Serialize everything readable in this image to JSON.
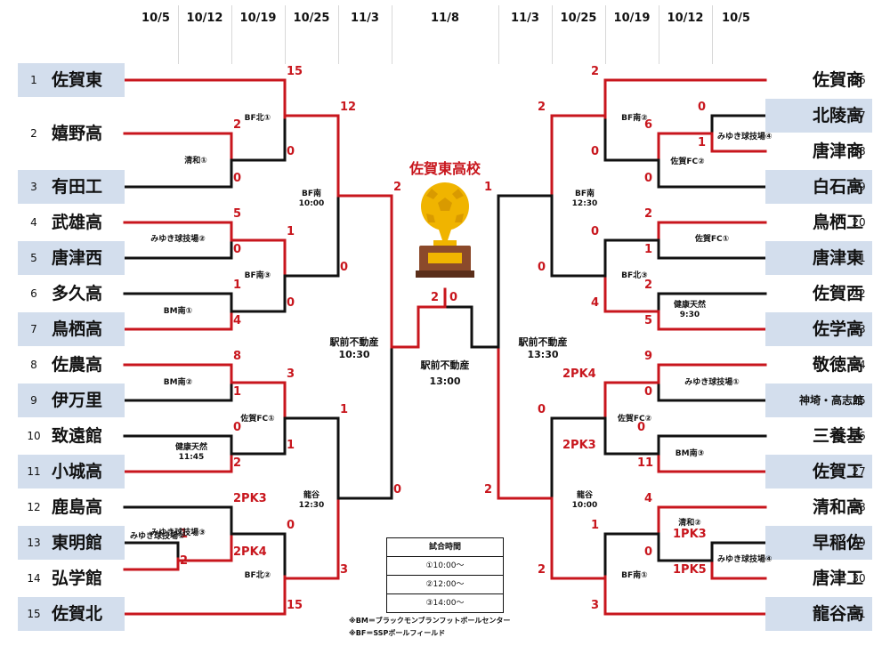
{
  "dates_left": [
    "10/5",
    "10/12",
    "10/19",
    "10/25",
    "11/3"
  ],
  "date_final": "11/8",
  "dates_right": [
    "11/3",
    "10/25",
    "10/19",
    "10/12",
    "10/5"
  ],
  "champion_label": "佐賀東高校",
  "colors": {
    "winner": "#c8161d",
    "loser": "#111111",
    "highlight": "#d3deed",
    "trophy_gold": "#f0b400",
    "trophy_base": "#8b4a2b"
  },
  "left_teams": [
    {
      "seed": "1",
      "name": "佐賀東",
      "hl": true
    },
    {
      "seed": "2",
      "name": "嬉野高",
      "hl": false
    },
    {
      "seed": "3",
      "name": "有田工",
      "hl": true
    },
    {
      "seed": "4",
      "name": "武雄高",
      "hl": false
    },
    {
      "seed": "5",
      "name": "唐津西",
      "hl": true
    },
    {
      "seed": "6",
      "name": "多久高",
      "hl": false
    },
    {
      "seed": "7",
      "name": "鳥栖高",
      "hl": true
    },
    {
      "seed": "8",
      "name": "佐農高",
      "hl": false
    },
    {
      "seed": "9",
      "name": "伊万里",
      "hl": true
    },
    {
      "seed": "10",
      "name": "致遠館",
      "hl": false
    },
    {
      "seed": "11",
      "name": "小城高",
      "hl": true
    },
    {
      "seed": "12",
      "name": "鹿島高",
      "hl": false
    },
    {
      "seed": "13",
      "name": "東明館",
      "hl": true
    },
    {
      "seed": "14",
      "name": "弘学館",
      "hl": false
    },
    {
      "seed": "15",
      "name": "佐賀北",
      "hl": true
    }
  ],
  "right_teams": [
    {
      "seed": "16",
      "name": "佐賀商",
      "hl": false
    },
    {
      "seed": "17",
      "name": "北陵高",
      "hl": true
    },
    {
      "seed": "18",
      "name": "唐津商",
      "hl": false
    },
    {
      "seed": "19",
      "name": "白石高",
      "hl": true
    },
    {
      "seed": "20",
      "name": "鳥栖工",
      "hl": false
    },
    {
      "seed": "21",
      "name": "唐津東",
      "hl": true
    },
    {
      "seed": "22",
      "name": "佐賀西",
      "hl": false
    },
    {
      "seed": "23",
      "name": "佐学高",
      "hl": true
    },
    {
      "seed": "24",
      "name": "敬徳高",
      "hl": false
    },
    {
      "seed": "25",
      "name": "神埼・高志館",
      "hl": true
    },
    {
      "seed": "26",
      "name": "三養基",
      "hl": false
    },
    {
      "seed": "27",
      "name": "佐賀工",
      "hl": true
    },
    {
      "seed": "28",
      "name": "清和高",
      "hl": false
    },
    {
      "seed": "29",
      "name": "早稲佐",
      "hl": true
    },
    {
      "seed": "30",
      "name": "唐津工",
      "hl": false
    },
    {
      "seed": "31",
      "name": "龍谷高",
      "hl": true
    }
  ],
  "matches": [
    {
      "id": "L_13_14",
      "score_a": "1",
      "score_b": "2",
      "venue": "みゆき球技場②"
    },
    {
      "id": "L_2_3",
      "score_a": "2",
      "score_b": "0",
      "venue": "清和①"
    },
    {
      "id": "L_4_5",
      "score_a": "5",
      "score_b": "0",
      "venue": "みゆき球技場②"
    },
    {
      "id": "L_6_7",
      "score_a": "1",
      "score_b": "4",
      "venue": "BM南①"
    },
    {
      "id": "L_8_9",
      "score_a": "8",
      "score_b": "1",
      "venue": "BM南②"
    },
    {
      "id": "L_10_11",
      "score_a": "0",
      "score_b": "2",
      "venue": "健康天然\n11:45"
    },
    {
      "id": "L_12_1314",
      "score_a": "2PK3",
      "score_b": "2PK4",
      "venue": "みゆき球技場③"
    },
    {
      "id": "L_1_23",
      "score_a": "15",
      "score_b": "0",
      "venue": "BF北①"
    },
    {
      "id": "L_45_67",
      "score_a": "1",
      "score_b": "0",
      "venue": "BF南③"
    },
    {
      "id": "L_89_1011",
      "score_a": "3",
      "score_b": "1",
      "venue": "佐賀FC①"
    },
    {
      "id": "L_1214_15",
      "score_a": "0",
      "score_b": "15",
      "venue": "BF北②"
    },
    {
      "id": "L_QF1",
      "score_a": "12",
      "score_b": "0",
      "venue": "BF南\n10:00"
    },
    {
      "id": "L_QF2",
      "score_a": "1",
      "score_b": "3",
      "venue": "龍谷\n12:30"
    },
    {
      "id": "L_SF",
      "score_a": "2",
      "score_b": "0",
      "venue": "駅前不動産\n10:30"
    },
    {
      "id": "R_17_18",
      "score_a": "0",
      "score_b": "1",
      "venue": "みゆき球技場④"
    },
    {
      "id": "R_1718_19",
      "score_a": "6",
      "score_b": "0",
      "venue": "佐賀FC②"
    },
    {
      "id": "R_20_21",
      "score_a": "2",
      "score_b": "1",
      "venue": "佐賀FC①"
    },
    {
      "id": "R_22_23",
      "score_a": "2",
      "score_b": "5",
      "venue": "健康天然\n9:30"
    },
    {
      "id": "R_24_25",
      "score_a": "9",
      "score_b": "0",
      "venue": "みゆき球技場①"
    },
    {
      "id": "R_26_27",
      "score_a": "0",
      "score_b": "11",
      "venue": "BM南③"
    },
    {
      "id": "R_29_30",
      "score_a": "1PK3",
      "score_b": "1PK5",
      "venue": "みゆき球技場④"
    },
    {
      "id": "R_28_2930",
      "score_a": "4",
      "score_b": "0",
      "venue": "清和②"
    },
    {
      "id": "R_16_1719",
      "score_a": "2",
      "score_b": "0",
      "venue": "BF南②"
    },
    {
      "id": "R_2021_2223",
      "score_a": "0",
      "score_b": "4",
      "venue": "BF北③"
    },
    {
      "id": "R_2425_2627",
      "score_a": "2PK4",
      "score_b": "2PK3",
      "venue": "佐賀FC②"
    },
    {
      "id": "R_2830_31",
      "score_a": "1",
      "score_b": "3",
      "venue": "BF南①"
    },
    {
      "id": "R_QF1",
      "score_a": "2",
      "score_b": "0",
      "venue": "BF南\n12:30"
    },
    {
      "id": "R_QF2",
      "score_a": "0",
      "score_b": "2",
      "venue": "龍谷\n10:00"
    },
    {
      "id": "R_SF",
      "score_a": "1",
      "score_b": "2",
      "venue": "駅前不動産\n13:30"
    },
    {
      "id": "FINAL",
      "score_a": "2",
      "score_b": "0",
      "venue": "駅前不動産\n13:00"
    }
  ],
  "legend": {
    "title": "試合時間",
    "rows": [
      "①10:00～",
      "②12:00～",
      "③14:00～"
    ]
  },
  "notes": [
    "※BM＝ブラックモンブランフットボールセンター",
    "※BF＝SSPボールフィールド"
  ]
}
